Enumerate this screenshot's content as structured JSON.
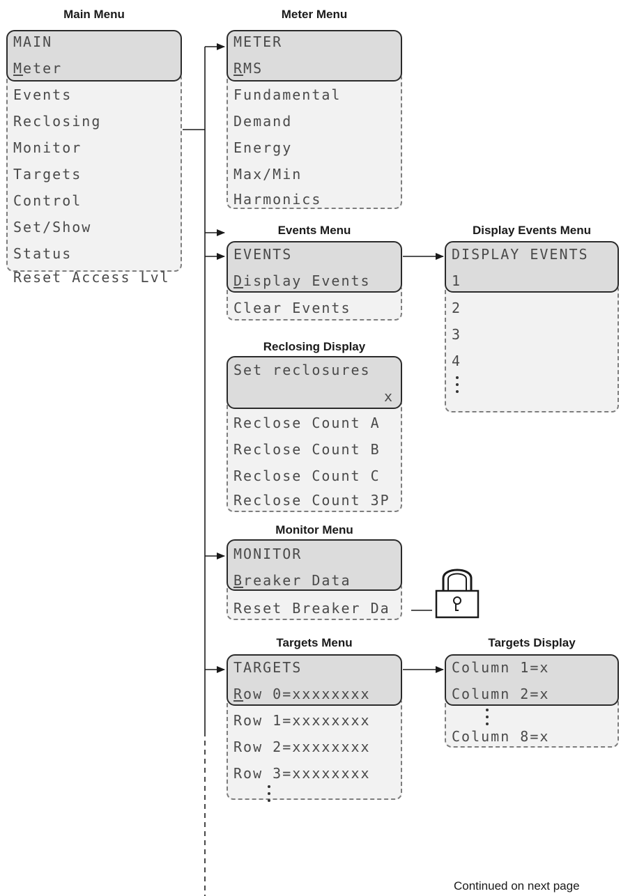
{
  "titles": {
    "main": "Main Menu",
    "meter": "Meter Menu",
    "events": "Events Menu",
    "display_events": "Display Events Menu",
    "reclosing": "Reclosing Display",
    "monitor": "Monitor Menu",
    "targets": "Targets Menu",
    "targets_display": "Targets Display"
  },
  "main_menu": {
    "header": "MAIN",
    "selected_hotkey": "M",
    "selected_rest": "eter",
    "items": [
      "Events",
      "Reclosing",
      "Monitor",
      "Targets",
      "Control",
      "Set/Show",
      "Status",
      "Reset Access Lvl"
    ]
  },
  "meter_menu": {
    "header": "METER",
    "selected_hotkey": "R",
    "selected_rest": "MS",
    "items": [
      "Fundamental",
      "Demand",
      "Energy",
      "Max/Min",
      "Harmonics"
    ]
  },
  "events_menu": {
    "header": "EVENTS",
    "selected_hotkey": "D",
    "selected_rest": "isplay Events",
    "items": [
      "Clear Events"
    ]
  },
  "display_events_menu": {
    "header": "DISPLAY EVENTS",
    "selected": "1",
    "items": [
      "2",
      "3",
      "4"
    ]
  },
  "reclosing_display": {
    "line1": "Set reclosures",
    "value": "x",
    "items": [
      "Reclose Count A",
      "Reclose Count B",
      "Reclose Count C",
      "Reclose Count 3P"
    ]
  },
  "monitor_menu": {
    "header": "MONITOR",
    "selected_hotkey": "B",
    "selected_rest": "reaker Data",
    "items": [
      "Reset Breaker Da"
    ]
  },
  "targets_menu": {
    "header": "TARGETS",
    "selected_hotkey": "R",
    "selected_rest": "ow 0=xxxxxxxx",
    "items": [
      "Row 1=xxxxxxxx",
      "Row 2=xxxxxxxx",
      "Row 3=xxxxxxxx"
    ]
  },
  "targets_display": {
    "line1": "Column 1=x",
    "line2": "Column 2=x",
    "items": [
      "Column 8=x"
    ]
  },
  "footer_note": "Continued on next page",
  "icons": {
    "lock": "padlock-icon"
  }
}
